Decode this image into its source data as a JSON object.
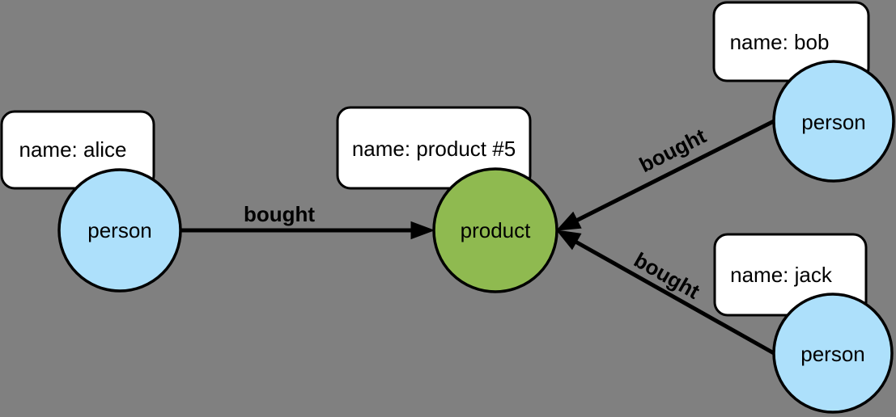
{
  "canvas": {
    "background_color": "#808080"
  },
  "colors": {
    "person_fill": "#ADE0FB",
    "product_fill": "#8FBA50",
    "property_box_fill": "#FFFFFF",
    "stroke": "#000000",
    "text": "#000000"
  },
  "nodes": [
    {
      "id": "alice",
      "type": "person",
      "label": "person",
      "property": "name: alice"
    },
    {
      "id": "product5",
      "type": "product",
      "label": "product",
      "property": "name: product #5"
    },
    {
      "id": "bob",
      "type": "person",
      "label": "person",
      "property": "name: bob"
    },
    {
      "id": "jack",
      "type": "person",
      "label": "person",
      "property": "name: jack"
    }
  ],
  "edges": [
    {
      "from": "alice",
      "to": "product5",
      "label": "bought"
    },
    {
      "from": "bob",
      "to": "product5",
      "label": "bought"
    },
    {
      "from": "jack",
      "to": "product5",
      "label": "bought"
    }
  ]
}
